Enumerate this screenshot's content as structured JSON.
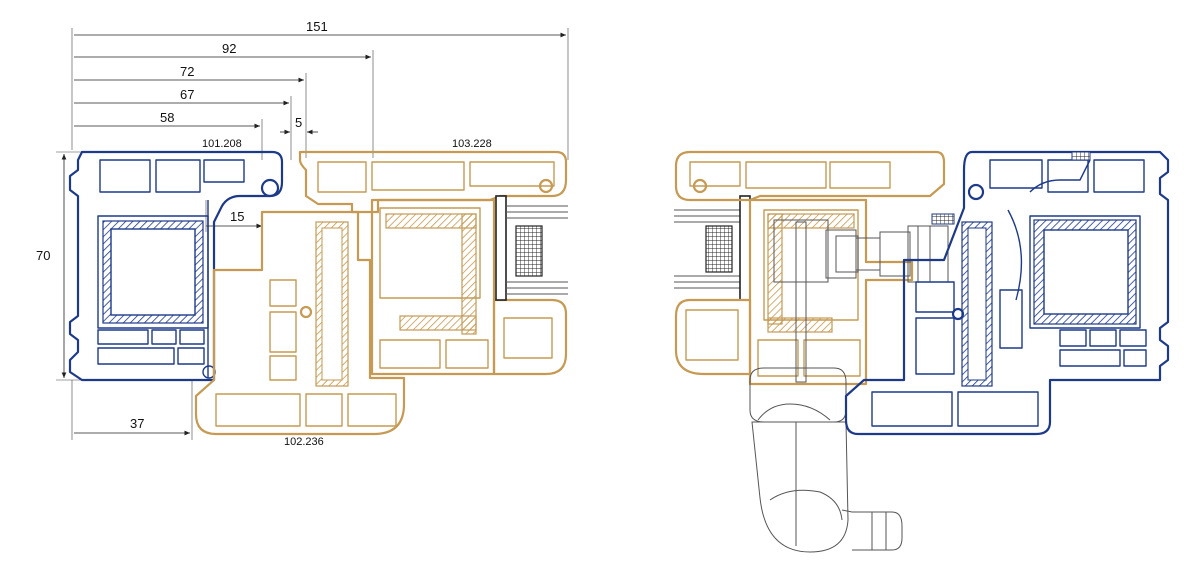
{
  "dimensions": {
    "d151": "151",
    "d92": "92",
    "d72": "72",
    "d67": "67",
    "d58": "58",
    "d5": "5",
    "d15": "15",
    "d70": "70",
    "d37": "37"
  },
  "profile_codes": {
    "frame": "101.208",
    "sash": "103.228",
    "mullion": "102.236"
  },
  "colors": {
    "frame_blue": "#1d3a8a",
    "sash_tan": "#c69a52",
    "hardware_grey": "#555555"
  }
}
